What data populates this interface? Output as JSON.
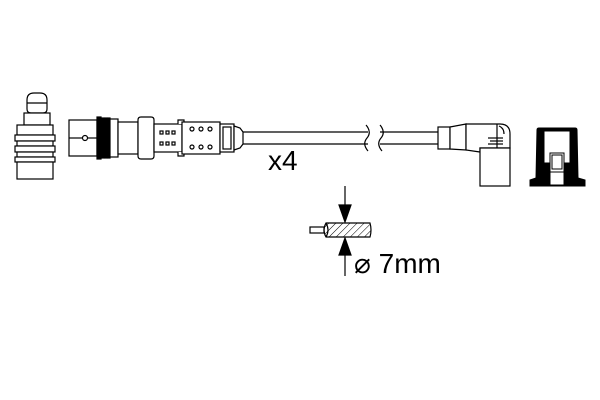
{
  "diagram": {
    "subject": "Ignition cable set",
    "components": [
      {
        "id": "spark-plug-boot",
        "label": "Spark plug connector boot (straight)"
      },
      {
        "id": "plug-connector",
        "label": "Spark plug connector with terminals"
      },
      {
        "id": "ignition-cable",
        "label": "Ignition cable (length break)"
      },
      {
        "id": "angled-boot",
        "label": "Distributor/coil connector (angled 90°)"
      },
      {
        "id": "terminal-cap",
        "label": "Terminal cap (black)"
      },
      {
        "id": "cable-cross-section",
        "label": "Cable diameter detail"
      }
    ],
    "quantity_label": "x4",
    "diameter_label": "⌀ 7mm",
    "diameter_value_mm": 7,
    "colors": {
      "line": "#000000",
      "background": "#ffffff",
      "cap_fill": "#000000"
    }
  }
}
